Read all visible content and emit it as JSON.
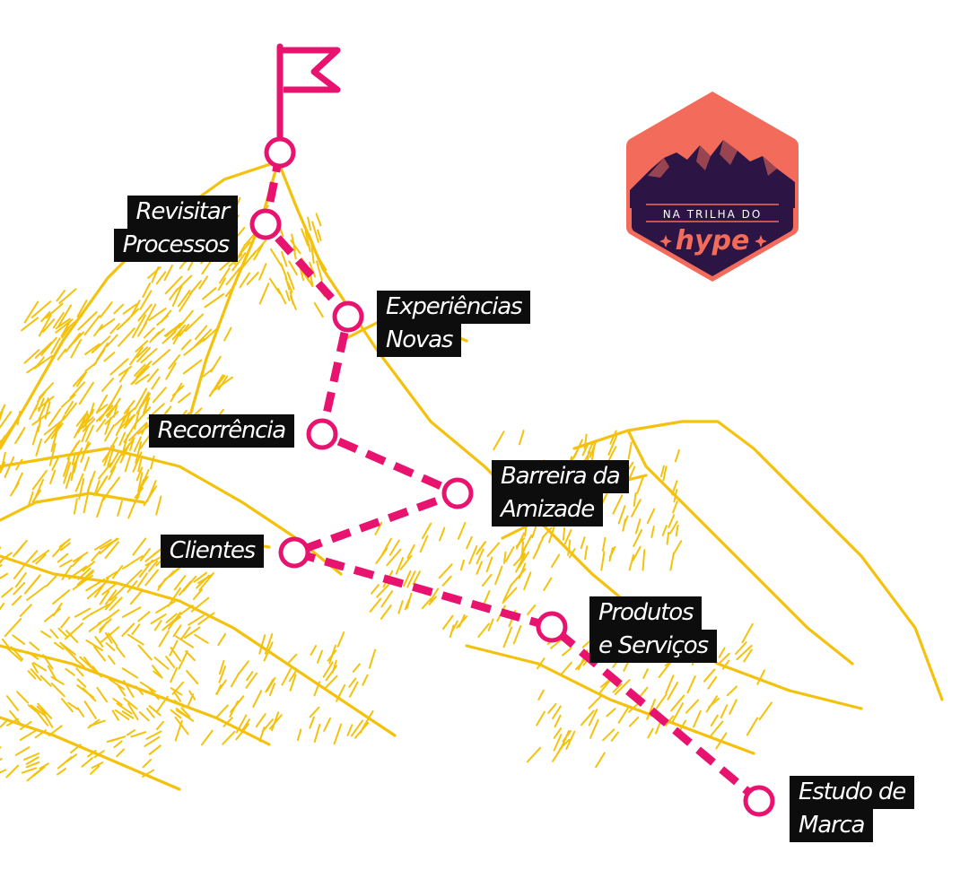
{
  "colors": {
    "mountain": "#f4c20d",
    "path": "#e8136f",
    "label_bg": "#0d0d0d",
    "label_text": "#ffffff",
    "badge_bg": "#2c1545",
    "badge_accent": "#f26b5b"
  },
  "icons": {
    "flag": "flag-icon",
    "badge": "hexagon-mountain-badge"
  },
  "badge": {
    "line1": "NA TRILHA DO",
    "line2": "hype"
  },
  "steps": [
    {
      "lines": [
        "Revisitar",
        "Processos"
      ]
    },
    {
      "lines": [
        "Experiências",
        "Novas"
      ]
    },
    {
      "lines": [
        "Recorrência"
      ]
    },
    {
      "lines": [
        "Barreira da",
        "Amizade"
      ]
    },
    {
      "lines": [
        "Clientes"
      ]
    },
    {
      "lines": [
        "Produtos",
        "e Serviços"
      ]
    },
    {
      "lines": [
        "Estudo de",
        "Marca"
      ]
    }
  ]
}
